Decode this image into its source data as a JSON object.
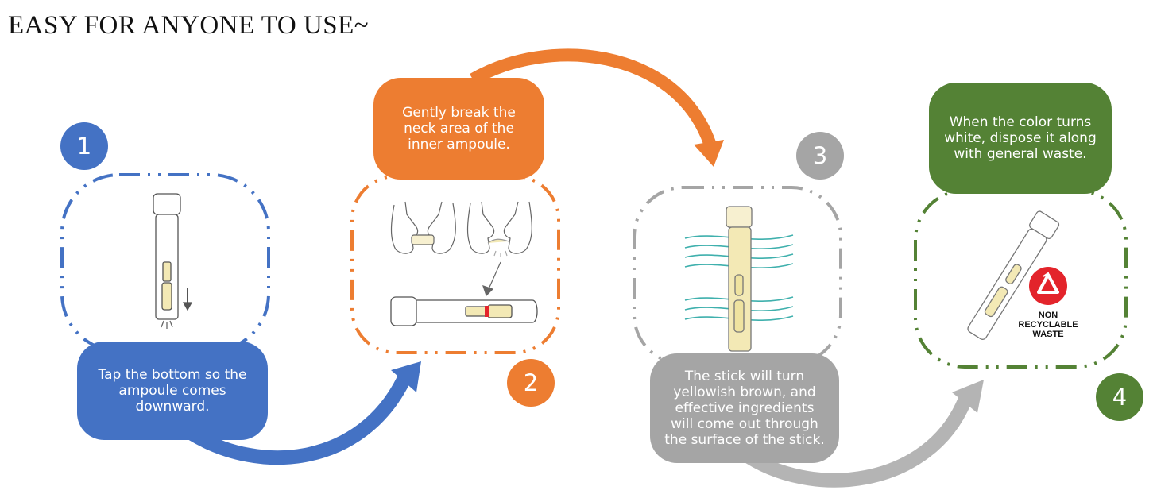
{
  "title": "EASY FOR ANYONE TO USE~",
  "colors": {
    "step1": "#4472c4",
    "step2": "#ed7d31",
    "step3": "#a5a5a5",
    "step4": "#548235",
    "ampoule": "#f3e9b5",
    "recycle_red": "#e3242b"
  },
  "steps": [
    {
      "number": "1",
      "text": "Tap the bottom so the ampoule comes downward."
    },
    {
      "number": "2",
      "text": "Gently break the neck area of the inner ampoule."
    },
    {
      "number": "3",
      "text": "The stick will turn yellowish brown, and effective ingredients will come out through the surface of the stick."
    },
    {
      "number": "4",
      "text": "When the color turns white, dispose it along with general waste."
    }
  ],
  "badge": {
    "label": "NON RECYCLABLE WASTE",
    "icon": "recycle-icon"
  }
}
